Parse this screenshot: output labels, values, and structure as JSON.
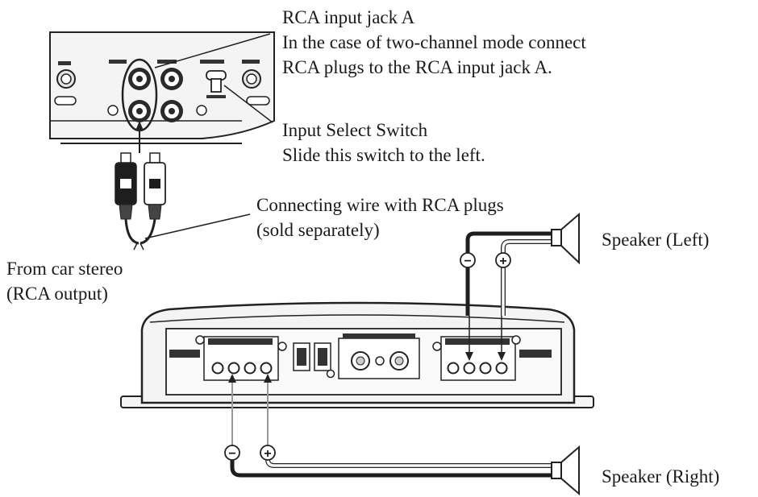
{
  "callouts": {
    "rca_jack": {
      "title": "RCA input jack A",
      "line1": "In the case of two-channel mode connect",
      "line2": "RCA plugs to the RCA input jack A."
    },
    "input_switch": {
      "title": "Input Select Switch",
      "line1": "Slide this switch to the left."
    },
    "wire": {
      "line1": "Connecting wire with RCA plugs",
      "line2": "(sold separately)"
    },
    "source": {
      "line1": "From car stereo",
      "line2": "(RCA output)"
    },
    "speaker_left": "Speaker (Left)",
    "speaker_right": "Speaker (Right)"
  },
  "polarity": {
    "negative": "−",
    "positive": "+"
  },
  "colors": {
    "line": "#1a1a1a",
    "panel": "#f2f2f2",
    "cable_white": "#f7f7f7",
    "cable_black": "#1e1e1e"
  }
}
